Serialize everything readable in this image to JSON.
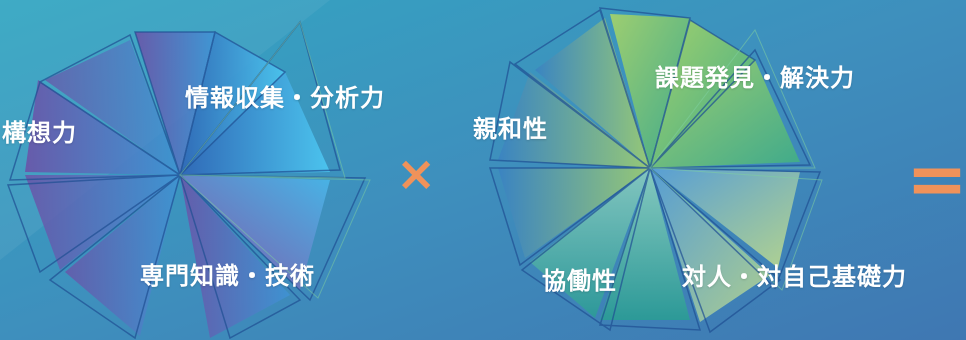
{
  "left_diagram": {
    "labels": {
      "info": "情報収集・分析力",
      "concept": "構想力",
      "expert": "専門知識・技術"
    }
  },
  "operator_times": "×",
  "right_diagram": {
    "labels": {
      "problem": "課題発見・解決力",
      "affinity": "親和性",
      "cooperation": "協働性",
      "interpersonal": "対人・対自己基礎力"
    }
  },
  "operator_equals": "=",
  "colors": {
    "background_left": "#33a3c0",
    "background_right": "#3f7fb6",
    "operator": "#f0925a",
    "label": "#ffffff"
  }
}
